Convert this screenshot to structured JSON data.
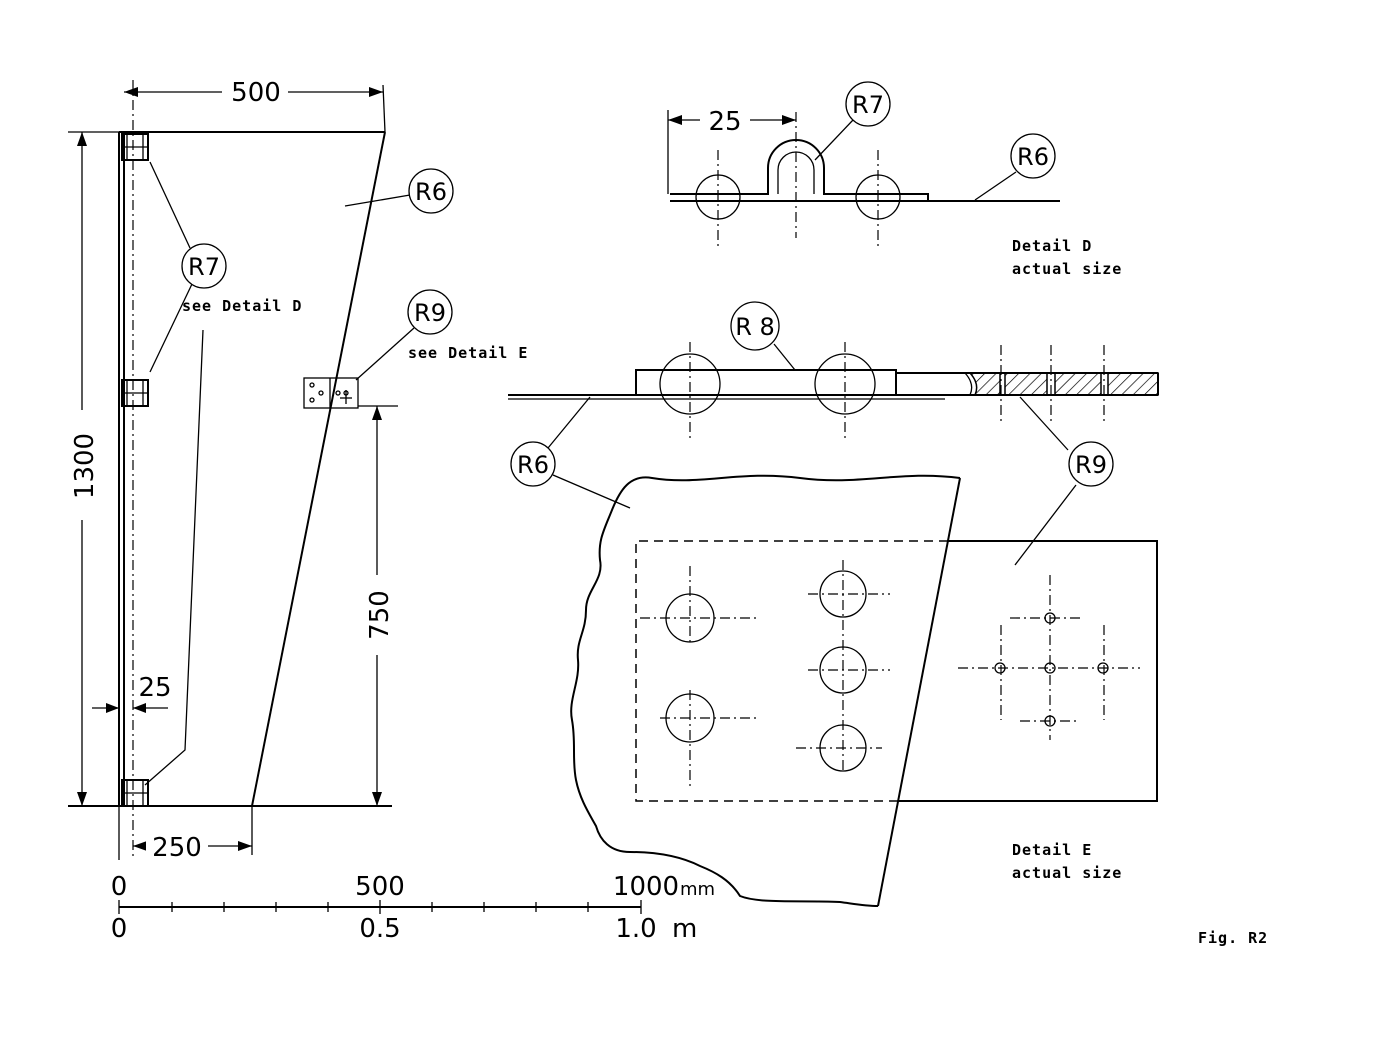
{
  "dimensions": {
    "top_width": "500",
    "height": "1300",
    "hinge_offset": "25",
    "bottom_offset": "250",
    "fitting_height": "750",
    "detail_d_spacing": "25"
  },
  "callouts": {
    "r7_main": "R7",
    "r6_main": "R6",
    "r9_main": "R9",
    "r7_detail": "R7",
    "r6_detail": "R6",
    "r8_detail": "R 8",
    "r6_detail_e": "R6",
    "r9_detail_e": "R9"
  },
  "notes": {
    "see_detail_d": "see Detail D",
    "see_detail_e": "see Detail E",
    "detail_d_line1": "Detail D",
    "detail_d_line2": "actual size",
    "detail_e_line1": "Detail E",
    "detail_e_line2": "actual size"
  },
  "scale_bar": {
    "mm_zero": "0",
    "mm_mid": "500",
    "mm_end": "1000",
    "mm_unit": "mm",
    "m_zero": "0",
    "m_mid": "0.5",
    "m_end": "1.0",
    "m_unit": "m"
  },
  "figure_label": "Fig. R2"
}
